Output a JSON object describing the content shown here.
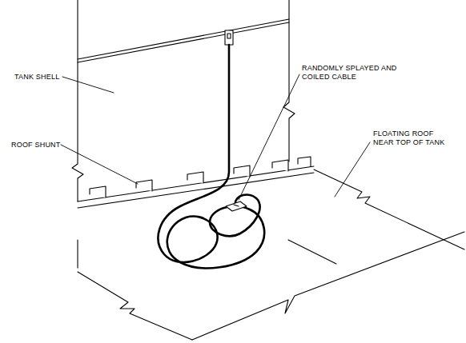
{
  "diagram": {
    "labels": [
      "TANK SHELL",
      "ROOF SHUNT",
      "RANDOMLY SPLAYED AND COILED CABLE",
      "FLOATING ROOF NEAR TOP OF TANK"
    ]
  }
}
